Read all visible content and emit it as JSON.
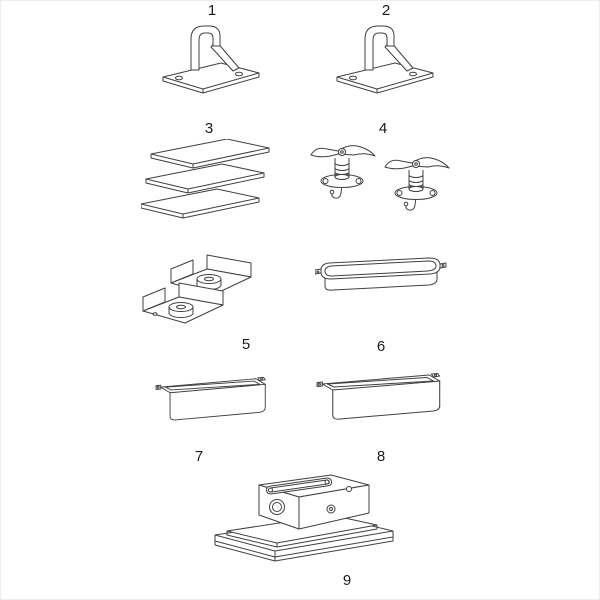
{
  "page": {
    "background": "#ffffff",
    "stroke_color": "#404040",
    "label_color": "#1a1a1a"
  },
  "parts": [
    {
      "label": "1",
      "icon": "hook-bracket-icon"
    },
    {
      "label": "2",
      "icon": "hook-bracket-icon"
    },
    {
      "label": "3",
      "icon": "plate-stack-icon"
    },
    {
      "label": "4",
      "icon": "cam-lever-pair-icon"
    },
    {
      "label": "5",
      "icon": "corner-bracket-pair-icon"
    },
    {
      "label": "6",
      "icon": "shallow-tray-icon"
    },
    {
      "label": "7",
      "icon": "open-tray-icon"
    },
    {
      "label": "8",
      "icon": "open-tray-icon"
    },
    {
      "label": "9",
      "icon": "base-assembly-icon"
    }
  ]
}
